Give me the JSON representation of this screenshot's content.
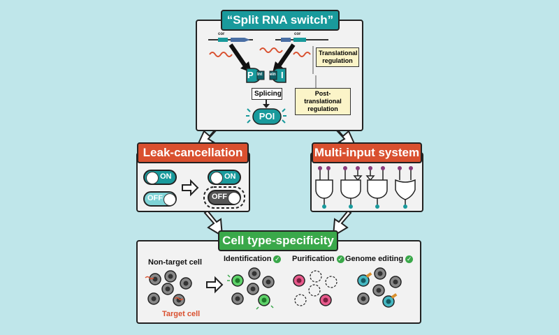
{
  "top": {
    "title": "“Split RNA switch”",
    "translational": "Translational regulation",
    "post_translational": "Post-translational regulation",
    "splicing": "Splicing",
    "poi": "POI",
    "p_left": "P",
    "p_right": "I",
    "int_left": "Int",
    "int_right": "ein",
    "dna_left": "cor",
    "dna_right": "cor"
  },
  "leak": {
    "title": "Leak-cancellation",
    "on1": "ON",
    "off1": "OFF",
    "on2": "ON",
    "off2": "OFF"
  },
  "multi": {
    "title": "Multi-input system"
  },
  "cell": {
    "title": "Cell type-specificity",
    "non_target": "Non-target cell",
    "target": "Target cell",
    "identification": "Identification",
    "purification": "Purification",
    "genome_editing": "Genome editing",
    "check": "✓"
  },
  "colors": {
    "background": "#bfe6ea",
    "teal": "#199a9c",
    "red": "#d9502f",
    "green": "#3aa84a",
    "cream": "#fbf4c8"
  }
}
